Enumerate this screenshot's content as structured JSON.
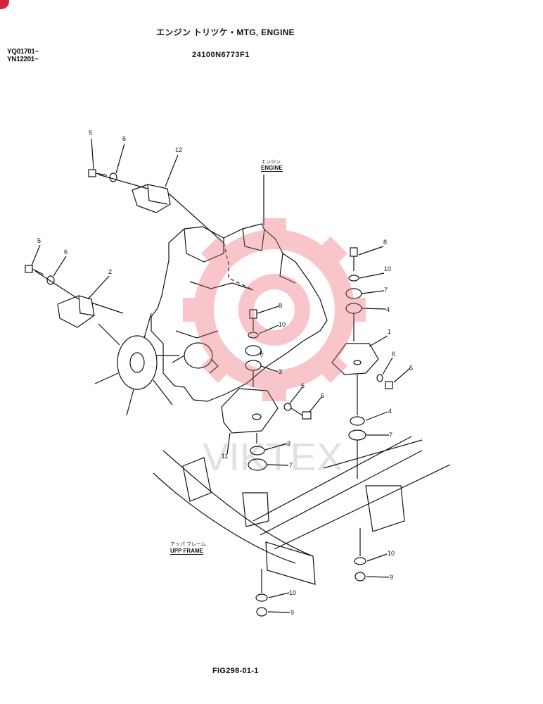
{
  "header": {
    "title": "エンジン トリツケ・MTG, ENGINE",
    "part_number": "24100N6773F1",
    "serials": [
      "YQ01701~",
      "YN12201~"
    ]
  },
  "labels": {
    "engine_jp": "エンジン",
    "engine_en": "ENGINE",
    "frame_jp": "アッパ フレーム",
    "frame_en": "UPP FRAME"
  },
  "watermark": {
    "text": "VIKTEX",
    "gear_color": "#f3a0a6"
  },
  "footer": {
    "figure_id": "FIG298-01-1"
  },
  "callouts": {
    "c5a": "5",
    "c6a": "6",
    "c12": "12",
    "c5b": "5",
    "c6b": "6",
    "c2": "2",
    "c8a": "8",
    "c10a": "10",
    "c7a": "7",
    "c4a": "4",
    "c1": "1",
    "c6c": "6",
    "c5c": "5",
    "c8b": "8",
    "c10b": "10",
    "c7b": "7",
    "c3a": "3",
    "c6d": "6",
    "c5d": "5",
    "c11": "11",
    "c4b": "4",
    "c7c": "7",
    "c3b": "3",
    "c7d": "7",
    "c10c": "10",
    "c9a": "9",
    "c10d": "10",
    "c9b": "9"
  }
}
